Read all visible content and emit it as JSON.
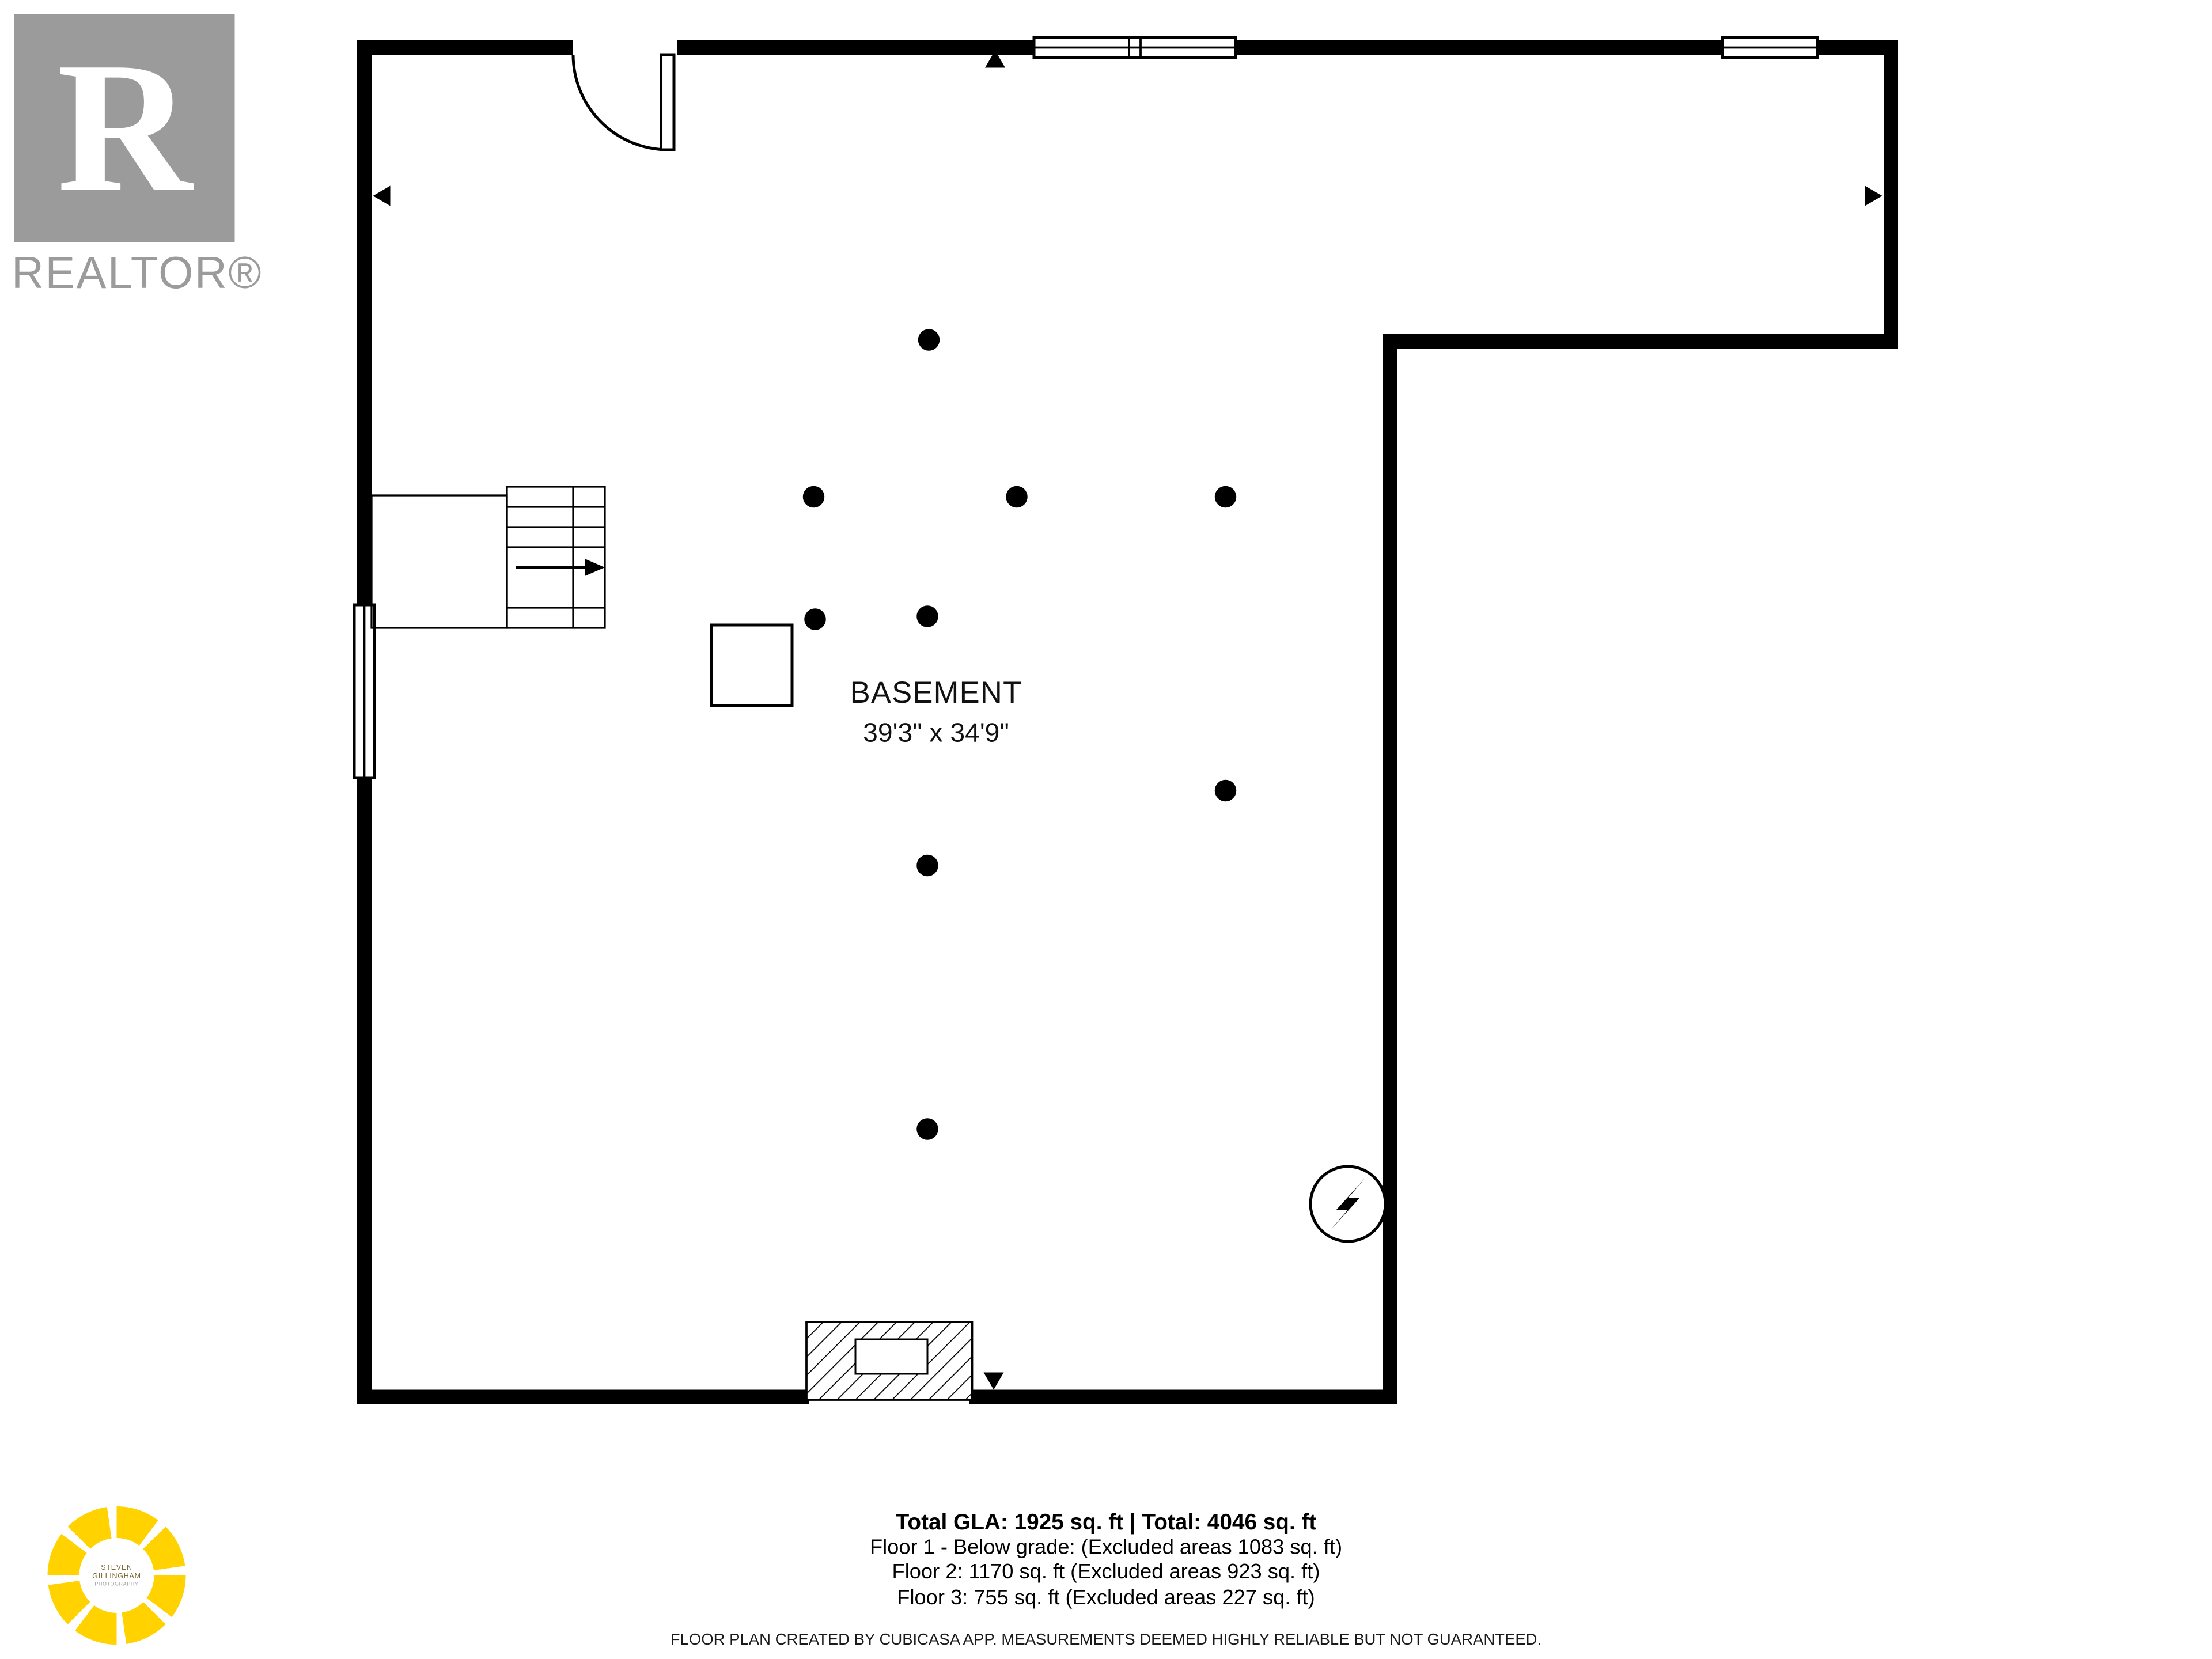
{
  "branding": {
    "realtor_logo_letter": "R",
    "realtor_text": "REALTOR®"
  },
  "plan": {
    "room_label": "BASEMENT",
    "room_dimensions": "39'3\" x 34'9\""
  },
  "summary": {
    "total_line": "Total GLA: 1925 sq. ft | Total: 4046 sq. ft",
    "floor1": "Floor 1 - Below grade: (Excluded areas 1083 sq. ft)",
    "floor2": "Floor 2: 1170 sq. ft (Excluded areas 923 sq. ft)",
    "floor3": "Floor 3: 755 sq. ft (Excluded areas 227 sq. ft)",
    "disclaimer": "FLOOR PLAN CREATED BY CUBICASA APP. MEASUREMENTS DEEMED HIGHLY RELIABLE BUT NOT GUARANTEED."
  },
  "photographer": {
    "name_line1": "STEVEN",
    "name_line2": "GILLINGHAM",
    "name_line3": "PHOTOGRAPHY"
  },
  "icons": {
    "electrical_panel": "circle-with-lightning-bolt",
    "entry_arrows": "solid-black-triangles",
    "support_columns": "filled-black-dots",
    "basement_entrance": "diagonal-hatched-rectangle"
  },
  "colors": {
    "wall": "#000000",
    "logo_gray": "#9b9b9b",
    "logo_yellow": "#ffd200",
    "background": "#ffffff"
  }
}
